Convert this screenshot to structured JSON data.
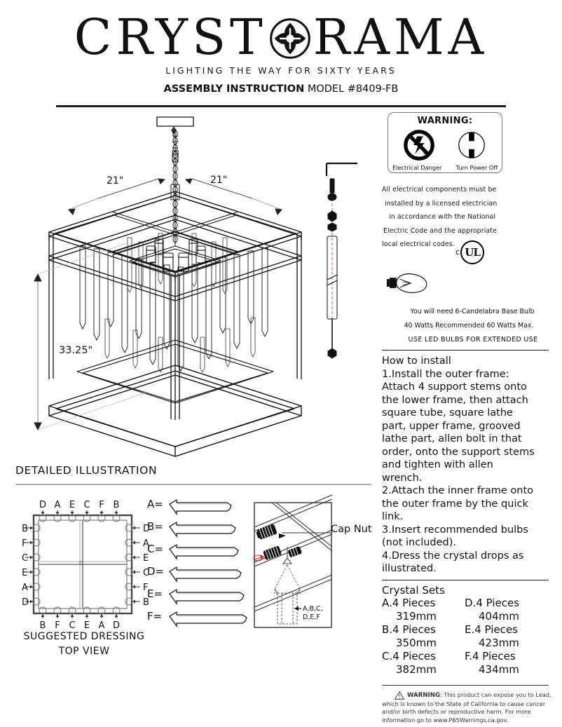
{
  "header": {
    "brand_left": "CRYST",
    "brand_right": "RAMA",
    "brand_icon": "crystorama-flower-mark",
    "tagline": "LIGHTING  THE  WAY  FOR  SIXTY  YEARS",
    "assembly_bold": "ASSEMBLY INSTRUCTION",
    "assembly_model": " MODEL #8409-FB"
  },
  "warning_box": {
    "title": "WARNING:",
    "icon_left": "no-electrical-danger-icon",
    "icon_right": "turn-power-off-switch-icon",
    "caption_left": "Electrical Danger",
    "caption_right": "Turn Power Off"
  },
  "electrical_notice": {
    "line1": "All electrical components must be",
    "line2": "installed by a licensed electrician",
    "line3": "in accordance with the National",
    "line4": "Electric Code and the appropriate",
    "line5": "local electrical codes.",
    "ul_c": "c",
    "ul_text": "UL"
  },
  "bulb_info": {
    "icon": "candelabra-bulb-icon",
    "line1": "You will need 6-Candelabra Base Bulb",
    "line2": "40 Watts Recommended 60 Watts Max.",
    "line3": "USE LED BULBS FOR EXTENDED USE"
  },
  "install": {
    "heading": "How to install",
    "steps": "1.Install the outer frame:\nAttach 4 support stems onto\nthe lower frame, then attach\nsquare tube, square lathe\npart, upper frame, grooved\nlathe part, allen bolt in that\norder, onto the support stems\nand tighten with allen\nwrench.\n2.Attach the inner frame onto\nthe outer frame by the quick\nlink.\n3.Insert recommended bulbs\n(not included).\n4.Dress the crystal drops as\nillustrated."
  },
  "crystal_sets": {
    "heading": "Crystal Sets",
    "items": [
      {
        "label": "A.4 Pieces",
        "size": "319mm"
      },
      {
        "label": "D.4 Pieces",
        "size": "404mm"
      },
      {
        "label": "B.4 Pieces",
        "size": "350mm"
      },
      {
        "label": "E.4 Pieces",
        "size": "423mm"
      },
      {
        "label": "C.4 Pieces",
        "size": "382mm"
      },
      {
        "label": "F.4 Pieces",
        "size": "434mm"
      }
    ]
  },
  "p65": {
    "icon": "warning-triangle-icon",
    "bold": "WARNING",
    "line1": ": This product can expose you to Lead,",
    "line2": "which is known to the State of California to cause cancer",
    "line3": "and/or birth defects or reproductive harm. For more",
    "line4": "information go to www.P65Warnings.ca.gov."
  },
  "main_drawing": {
    "title": "chandelier-isometric-assembly-drawing",
    "dim_width_left": "21\"",
    "dim_width_right": "21\"",
    "dim_height": "33.25\""
  },
  "detailed": {
    "heading": "DETAILED ILLUSTRATION",
    "caption_line1": "SUGGESTED DRESSING",
    "caption_line2": "TOP VIEW",
    "top_labels": [
      "D",
      "A",
      "E",
      "C",
      "F",
      "B"
    ],
    "right_labels": [
      "D",
      "A",
      "E",
      "C",
      "F",
      "B"
    ],
    "bottom_labels": [
      "B",
      "F",
      "C",
      "E",
      "A",
      "D"
    ],
    "left_labels": [
      "B",
      "F",
      "C",
      "E",
      "A",
      "D"
    ],
    "rods": [
      {
        "key": "A=",
        "len": 118
      },
      {
        "key": "B=",
        "len": 124
      },
      {
        "key": "C=",
        "len": 128
      },
      {
        "key": "D=",
        "len": 134
      },
      {
        "key": "E=",
        "len": 138
      },
      {
        "key": "F=",
        "len": 142
      }
    ],
    "cap_nut_label": "Cap Nut",
    "cap_box_note_line1": "A,B,C,",
    "cap_box_note_line2": "D,E,F"
  },
  "colors": {
    "ink": "#111111",
    "rule": "#1a1a1a",
    "soft_rule": "#aaaaaa",
    "accent_red": "#e02020",
    "gray_line": "#8a8a8a"
  }
}
